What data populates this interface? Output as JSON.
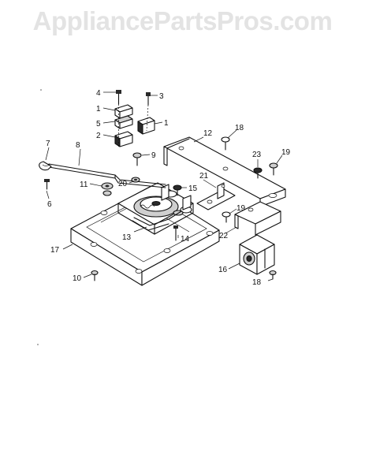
{
  "watermark": "AppliancePartsPros.com",
  "part_labels": [
    {
      "id": "p4",
      "text": "4"
    },
    {
      "id": "p3",
      "text": "3"
    },
    {
      "id": "p1a",
      "text": "1"
    },
    {
      "id": "p1b",
      "text": "1"
    },
    {
      "id": "p5",
      "text": "5"
    },
    {
      "id": "p2",
      "text": "2"
    },
    {
      "id": "p7",
      "text": "7"
    },
    {
      "id": "p8",
      "text": "8"
    },
    {
      "id": "p9",
      "text": "9"
    },
    {
      "id": "p6",
      "text": "6"
    },
    {
      "id": "p11",
      "text": "11"
    },
    {
      "id": "p20",
      "text": "20"
    },
    {
      "id": "p12",
      "text": "12"
    },
    {
      "id": "p18a",
      "text": "18"
    },
    {
      "id": "p23",
      "text": "23"
    },
    {
      "id": "p19a",
      "text": "19"
    },
    {
      "id": "p21",
      "text": "21"
    },
    {
      "id": "p15",
      "text": "15"
    },
    {
      "id": "p19b",
      "text": "19"
    },
    {
      "id": "p22",
      "text": "22"
    },
    {
      "id": "p13",
      "text": "13"
    },
    {
      "id": "p14",
      "text": "14"
    },
    {
      "id": "p17",
      "text": "17"
    },
    {
      "id": "p16",
      "text": "16"
    },
    {
      "id": "p10",
      "text": "10"
    },
    {
      "id": "p18b",
      "text": "18"
    }
  ]
}
